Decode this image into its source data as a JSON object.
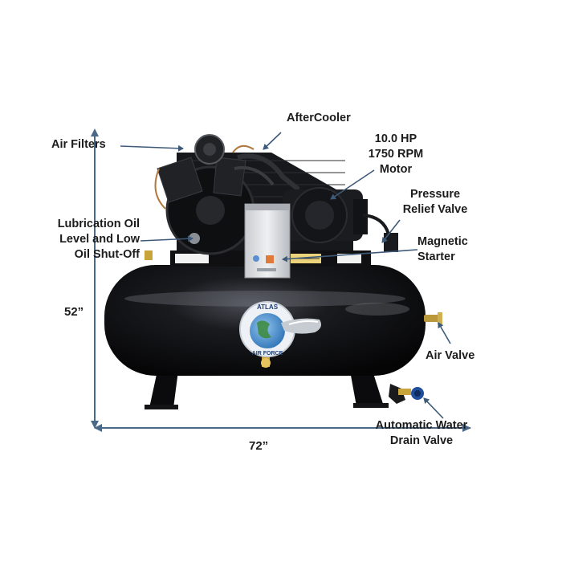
{
  "labels": {
    "air_filters": "Air Filters",
    "aftercooler": "AfterCooler",
    "motor_hp": "10.0 HP",
    "motor_rpm": "1750 RPM",
    "motor": "Motor",
    "pressure": "Pressure",
    "relief_valve": "Relief Valve",
    "lube_line1": "Lubrication Oil",
    "lube_line2": "Level and Low",
    "lube_line3": "Oil Shut-Off",
    "magnetic": "Magnetic",
    "starter": "Starter",
    "air_valve": "Air Valve",
    "drain_line1": "Automatic Water",
    "drain_line2": "Drain Valve"
  },
  "dimensions": {
    "height": "52”",
    "width": "72”"
  },
  "badge": {
    "top": "ATLAS",
    "bottom": "AIR FORCE"
  },
  "colors": {
    "arrow": "#3e5a78",
    "tank": "#0b0b0d",
    "text": "#1c1c1c",
    "badge_blue": "#2a6fb3"
  }
}
